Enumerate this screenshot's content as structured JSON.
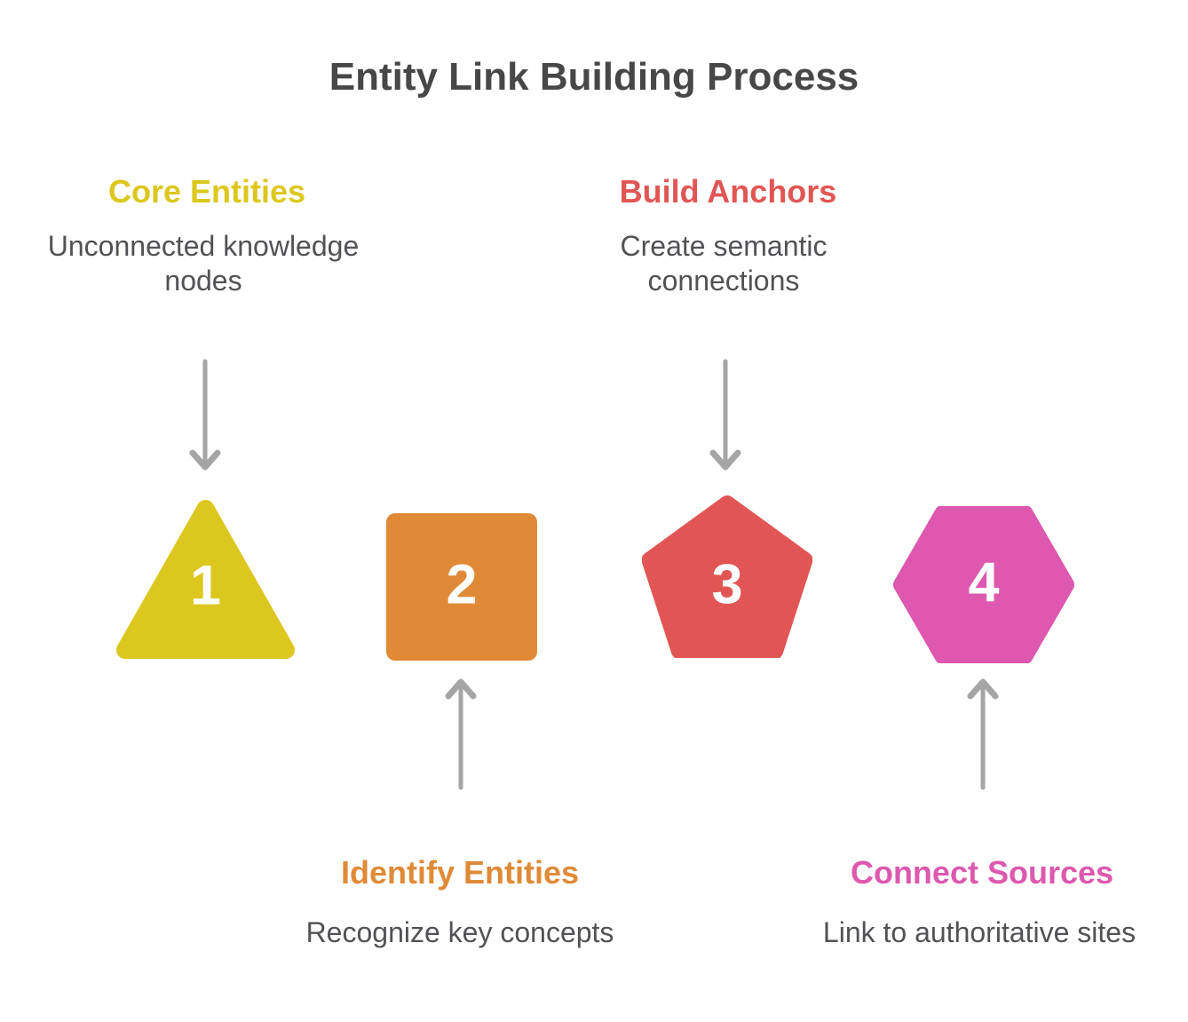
{
  "title": "Entity Link Building Process",
  "steps": [
    {
      "number": "1",
      "label": "Core Entities",
      "description": "Unconnected knowledge nodes",
      "shape": "triangle",
      "color": "#DCC71E"
    },
    {
      "number": "2",
      "label": "Identify Entities",
      "description": "Recognize key concepts",
      "shape": "square",
      "color": "#E08A37"
    },
    {
      "number": "3",
      "label": "Build Anchors",
      "description": "Create semantic connections",
      "shape": "pentagon",
      "color": "#E15654"
    },
    {
      "number": "4",
      "label": "Connect Sources",
      "description": "Link to authoritative sites",
      "shape": "hexagon",
      "color": "#DD58AE"
    }
  ],
  "colors": {
    "title_text": "#474747",
    "body_text": "#525256",
    "arrow": "#A5A5A5",
    "number_text": "#FFFFFF"
  }
}
